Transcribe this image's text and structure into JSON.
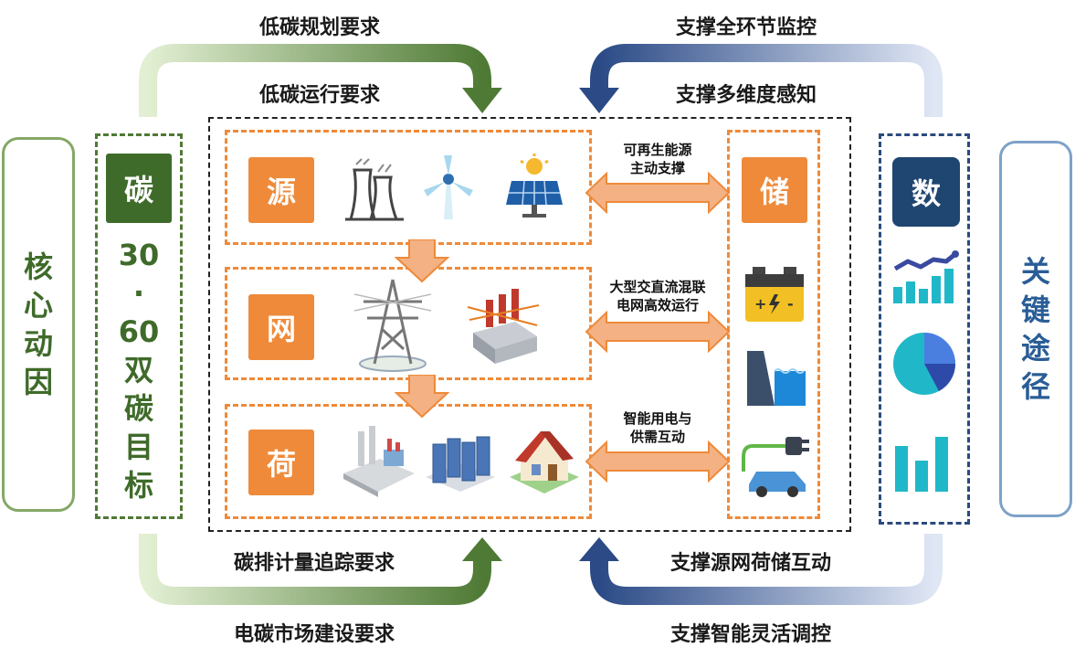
{
  "top_left": {
    "line1": "低碳规划要求",
    "line2": "低碳运行要求"
  },
  "top_right": {
    "line1": "支撑全环节监控",
    "line2": "支撑多维度感知"
  },
  "bottom_left": {
    "line1": "碳排计量追踪要求",
    "line2": "电碳市场建设要求"
  },
  "bottom_right": {
    "line1": "支撑源网荷储互动",
    "line2": "支撑智能灵活调控"
  },
  "left_side": {
    "chars": [
      "核",
      "心",
      "动",
      "因"
    ]
  },
  "right_side": {
    "chars": [
      "关",
      "键",
      "途",
      "径"
    ]
  },
  "carbon": {
    "tag": "碳",
    "goal": [
      "30",
      "·",
      "60",
      "双",
      "碳",
      "目",
      "标"
    ]
  },
  "digital": {
    "tag": "数"
  },
  "rows": {
    "source": "源",
    "grid": "网",
    "load": "荷",
    "storage": "储"
  },
  "links": {
    "l1a": "可再生能源",
    "l1b": "主动支撑",
    "l2a": "大型交直流混联",
    "l2b": "电网高效运行",
    "l3a": "智能用电与",
    "l3b": "供需互动"
  },
  "colors": {
    "green_dark": "#3f6b2a",
    "green_light": "#dfeccb",
    "blue_dark": "#2a4a7e",
    "blue_light": "#dfe7f3",
    "orange": "#ee8a3a",
    "orange_light": "#f4b183"
  }
}
